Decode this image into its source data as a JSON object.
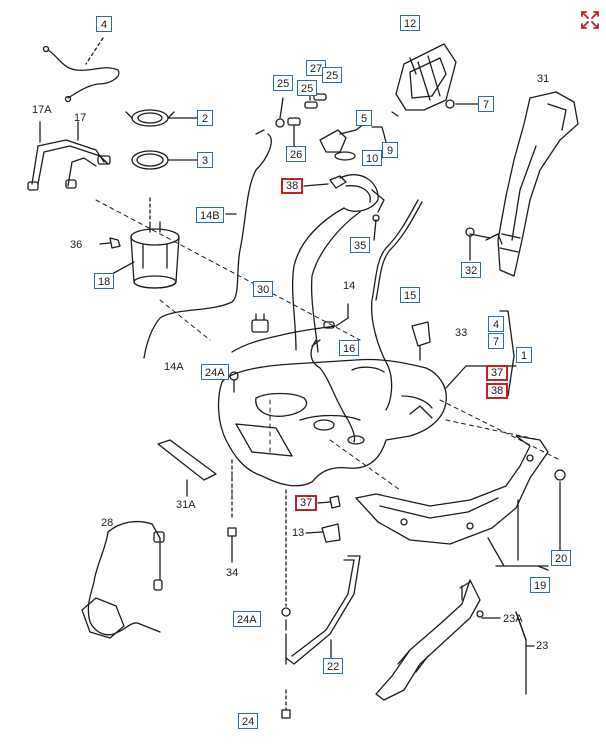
{
  "diagram": {
    "accent_color": "#2a6ea8",
    "highlight_color": "#c81e28",
    "icons": [
      "expand-icon"
    ],
    "callouts": {
      "c4": "4",
      "c12": "12",
      "c27": "27",
      "c25a": "25",
      "c25b": "25",
      "c25c": "25",
      "c2": "2",
      "c3": "3",
      "c26": "26",
      "c7": "7",
      "c5": "5",
      "c9": "9",
      "c10": "10",
      "c38a": "38",
      "c14b": "14B",
      "c18": "18",
      "c35": "35",
      "c32": "32",
      "c30": "30",
      "c15": "15",
      "c16": "16",
      "c24a1": "24A",
      "c4b": "4",
      "c7b": "7",
      "c1": "1",
      "c37a": "37",
      "c38b": "38",
      "c37b": "37",
      "c20": "20",
      "c19": "19",
      "c24a2": "24A",
      "c22": "22",
      "c24": "24"
    },
    "labels": {
      "l17a": "17A",
      "l17": "17",
      "l31": "31",
      "l36": "36",
      "l14": "14",
      "l14a": "14A",
      "l33": "33",
      "l31a": "31A",
      "l28": "28",
      "l13": "13",
      "l34": "34",
      "l23a": "23A",
      "l23": "23"
    }
  }
}
